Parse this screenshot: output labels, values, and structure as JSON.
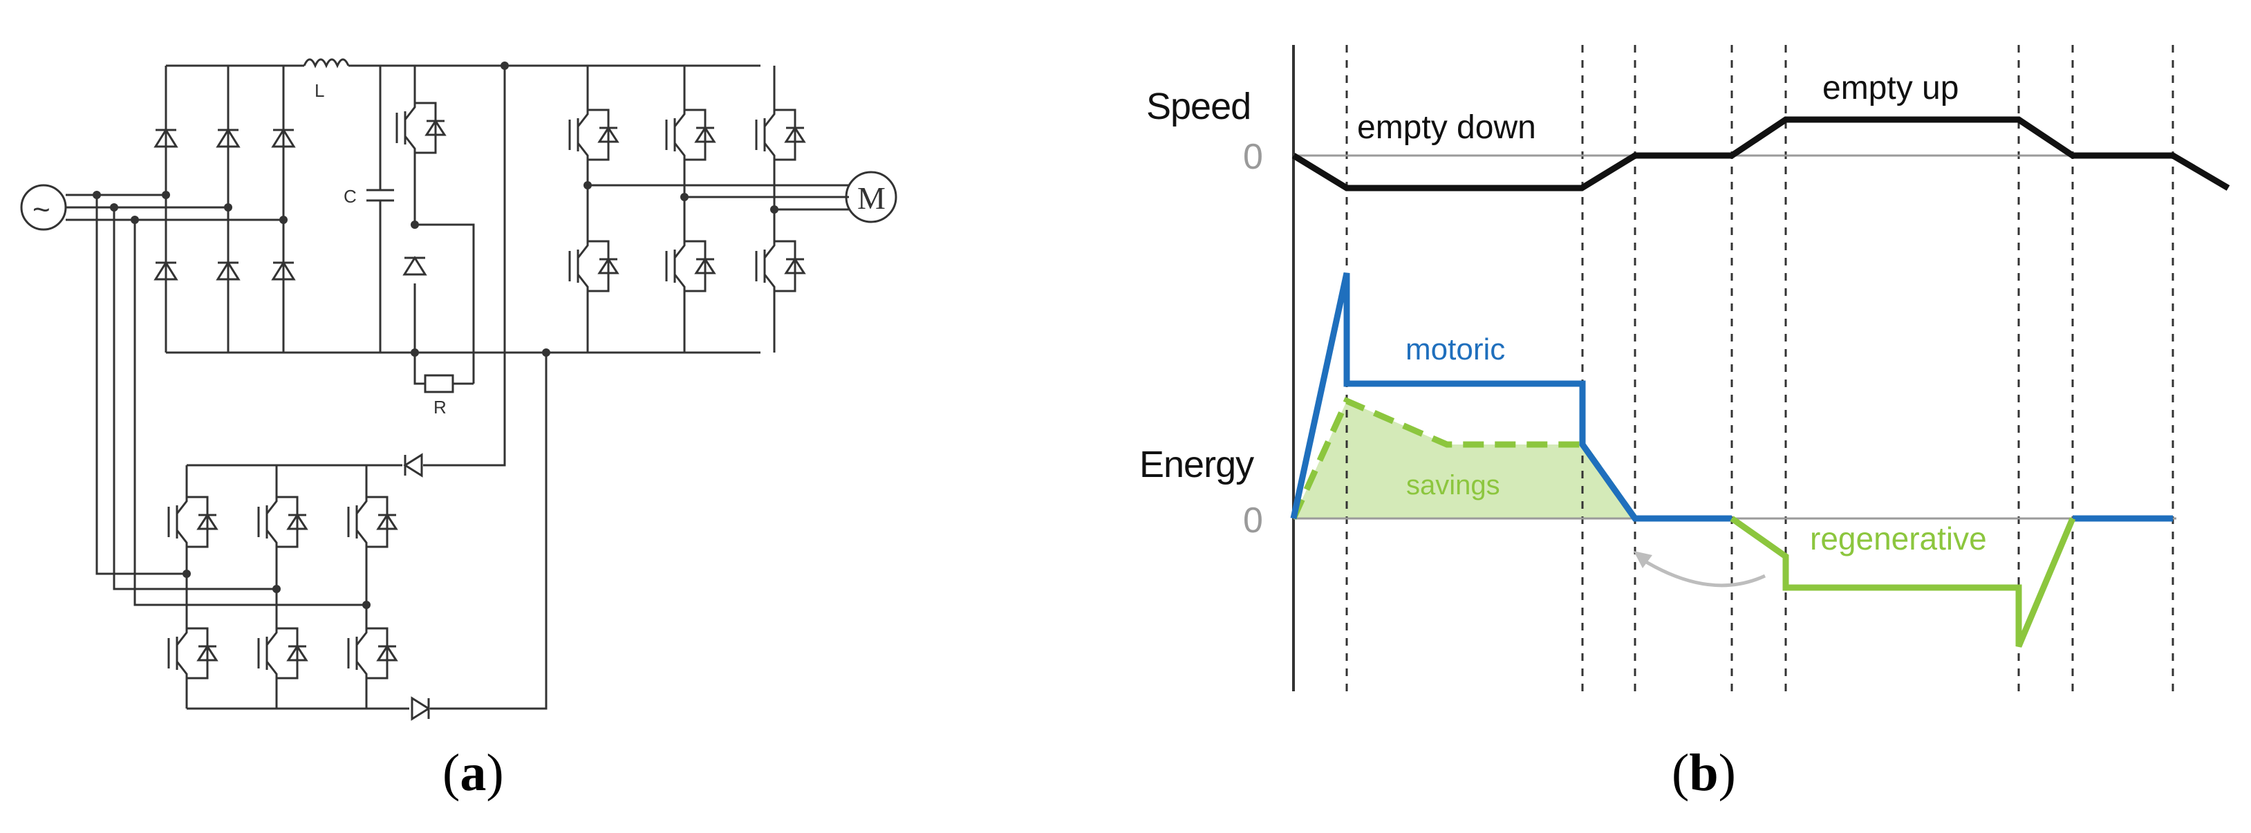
{
  "panel_a": {
    "caption_open": "(",
    "caption_letter": "a",
    "caption_close": ")",
    "labels": {
      "inductor": "L",
      "capacitor": "C",
      "resistor": "R",
      "motor": "M",
      "source": "~"
    }
  },
  "panel_b": {
    "caption_open": "(",
    "caption_letter": "b",
    "caption_close": ")",
    "speed_label": "Speed",
    "energy_label": "Energy",
    "zero_speed": "0",
    "zero_energy": "0",
    "empty_down": "empty down",
    "empty_up": "empty up",
    "motoric": "motoric",
    "savings": "savings",
    "regenerative": "regenerative",
    "colors": {
      "speed": "#111111",
      "motoric": "#1f6fbd",
      "savings": "#8cc63e",
      "savings_fill": "#d4eab8",
      "regenerative": "#8cc63e",
      "axis": "#333333",
      "zero_line": "#9a9a9a",
      "arrow": "#bdbdbd"
    }
  }
}
